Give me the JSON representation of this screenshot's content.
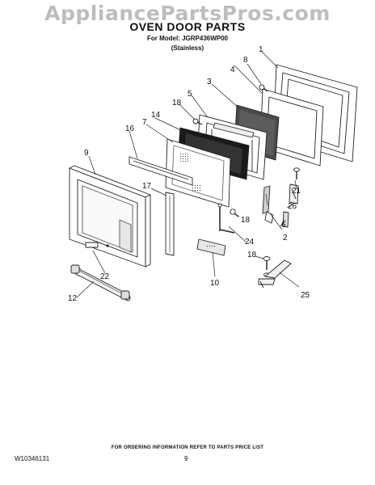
{
  "watermark": "AppliancePartsPros.com",
  "title": "OVEN DOOR PARTS",
  "model": "For Model: JGRP436WP00",
  "variant": "(Stainless)",
  "callouts": {
    "c1": "1",
    "c2": "2",
    "c3": "3",
    "c4": "4",
    "c5": "5",
    "c6": "6",
    "c7": "7",
    "c8": "8",
    "c9": "9",
    "c10": "10",
    "c12": "12",
    "c14": "14",
    "c16": "16",
    "c17": "17",
    "c18a": "18",
    "c18b": "18",
    "c18c": "18",
    "c21": "21",
    "c22": "22",
    "c24": "24",
    "c25": "25",
    "c26": "26"
  },
  "footer": {
    "note": "FOR ORDERING INFORMATION REFER TO PARTS PRICE LIST",
    "doc_number": "W10346131",
    "page": "9"
  }
}
